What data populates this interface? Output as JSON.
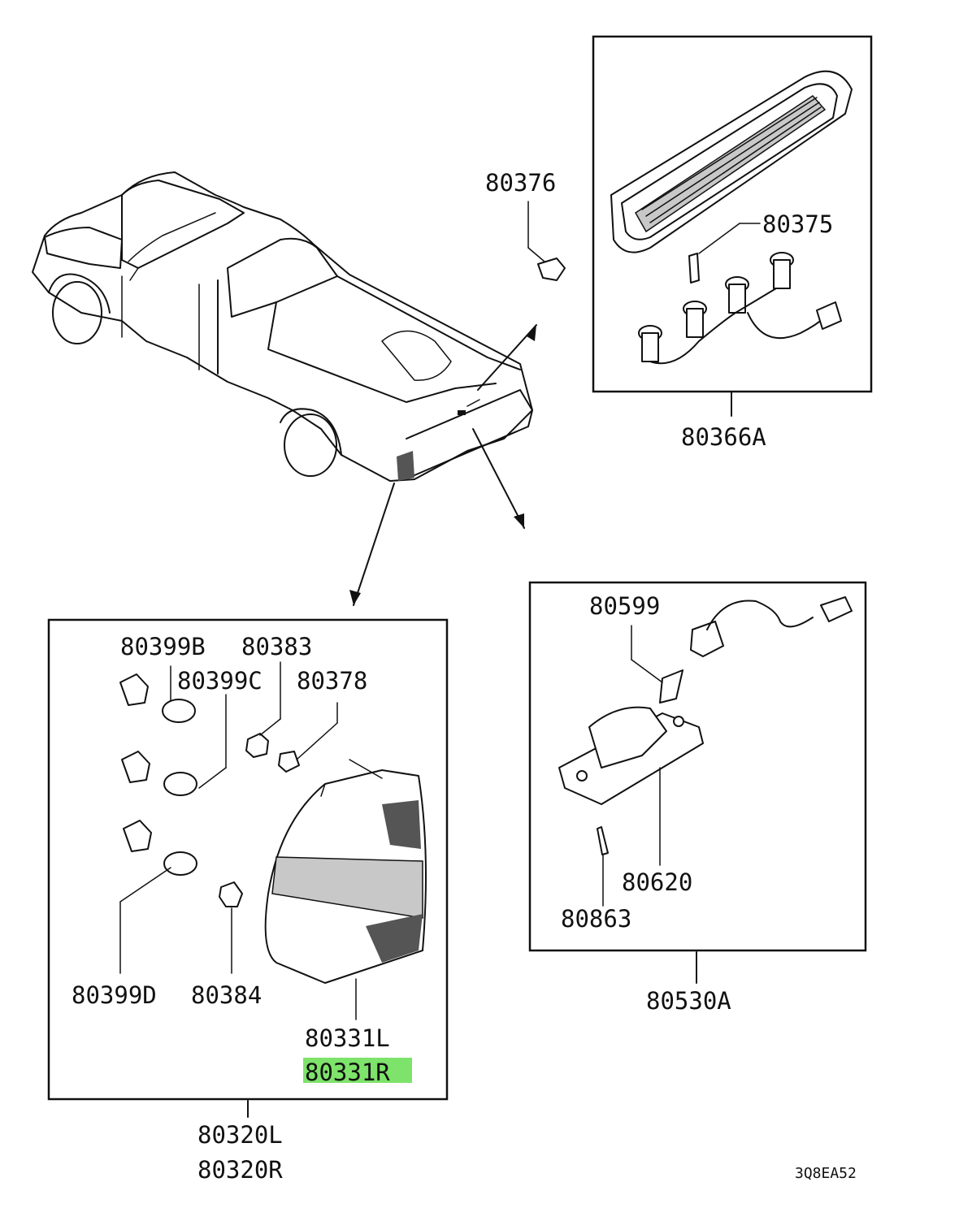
{
  "diagram": {
    "highlight_color": "#7ee36a",
    "labels": {
      "p80376": "80376",
      "p80375": "80375",
      "p80366A": "80366A",
      "p80599": "80599",
      "p80620": "80620",
      "p80863": "80863",
      "p80530A": "80530A",
      "p80399B": "80399B",
      "p80383": "80383",
      "p80399C": "80399C",
      "p80378": "80378",
      "p80399D": "80399D",
      "p80384": "80384",
      "p80331L": "80331L",
      "p80331R": "80331R",
      "p80320L": "80320L",
      "p80320R": "80320R"
    },
    "drawing_code": "3Q8EA52",
    "illustrations": [
      "pickup-truck-illustration",
      "high-mount-stop-lamp",
      "license-plate-lamp",
      "tail-lamp-assembly"
    ]
  }
}
